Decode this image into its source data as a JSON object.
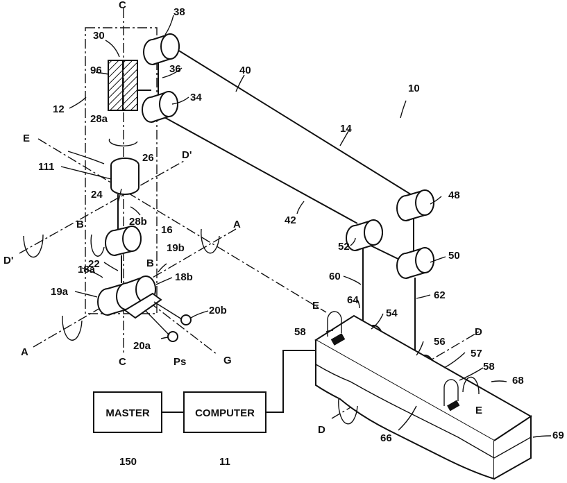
{
  "figure": {
    "reference_numerals": {
      "system": "10",
      "computer_ref": "11",
      "left_assembly": "12",
      "arm": "14",
      "n16": "16",
      "n18a": "18a",
      "n18b": "18b",
      "n19a": "19a",
      "n19b": "19b",
      "n20a": "20a",
      "n20b": "20b",
      "n22": "22",
      "n24": "24",
      "n26": "26",
      "n28a": "28a",
      "n28b": "28b",
      "n30": "30",
      "n34": "34",
      "n36": "36",
      "n38": "38",
      "n40": "40",
      "n42": "42",
      "n48": "48",
      "n50": "50",
      "n52": "52",
      "n54": "54",
      "n56": "56",
      "n57": "57",
      "n58_left": "58",
      "n58_right": "58",
      "n60": "60",
      "n62": "62",
      "n64": "64",
      "n66": "66",
      "n68": "68",
      "n69": "69",
      "n96": "96",
      "n111": "111",
      "master_ref": "150"
    },
    "axis_labels": {
      "c_top": "C",
      "c_bottom": "C",
      "a_left": "A",
      "a_right": "A",
      "b_left": "B",
      "b_right": "B",
      "d_prime_left": "D'",
      "d_prime_right": "D'",
      "d_lower": "D",
      "d_upper": "D",
      "e_top": "E",
      "e_mid": "E",
      "e_right": "E",
      "g": "G",
      "ps": "Ps"
    },
    "blocks": {
      "master": "MASTER",
      "computer": "COMPUTER"
    }
  }
}
